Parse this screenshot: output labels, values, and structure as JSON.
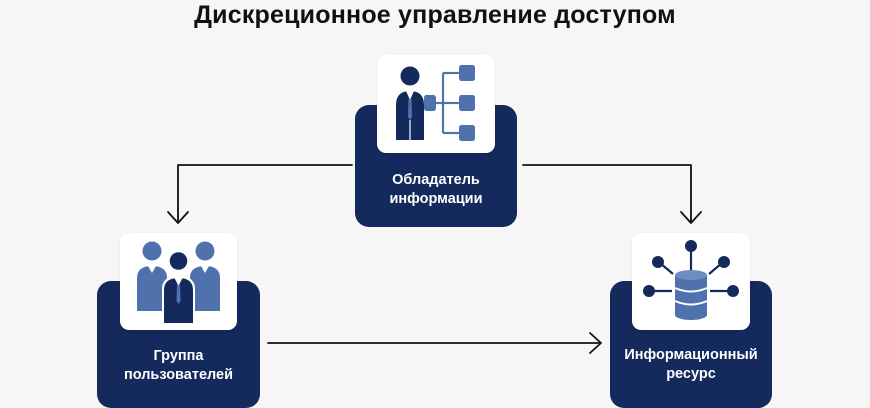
{
  "title": "Дискреционное управление доступом",
  "nodes": {
    "owner": {
      "label_line1": "Обладатель",
      "label_line2": "информации",
      "icon": "person-hierarchy-icon"
    },
    "users": {
      "label_line1": "Группа",
      "label_line2": "пользователей",
      "icon": "user-group-icon"
    },
    "resource": {
      "label_line1": "Информационный",
      "label_line2": "ресурс",
      "icon": "database-network-icon"
    }
  },
  "edges": [
    {
      "from": "owner",
      "to": "users"
    },
    {
      "from": "owner",
      "to": "resource"
    },
    {
      "from": "users",
      "to": "resource"
    }
  ],
  "colors": {
    "background": "#f6f6f7",
    "node_fill": "#14295c",
    "icon_accent": "#4f72ad",
    "icon_dark": "#14295c",
    "arrow": "#111111",
    "title": "#111111"
  }
}
